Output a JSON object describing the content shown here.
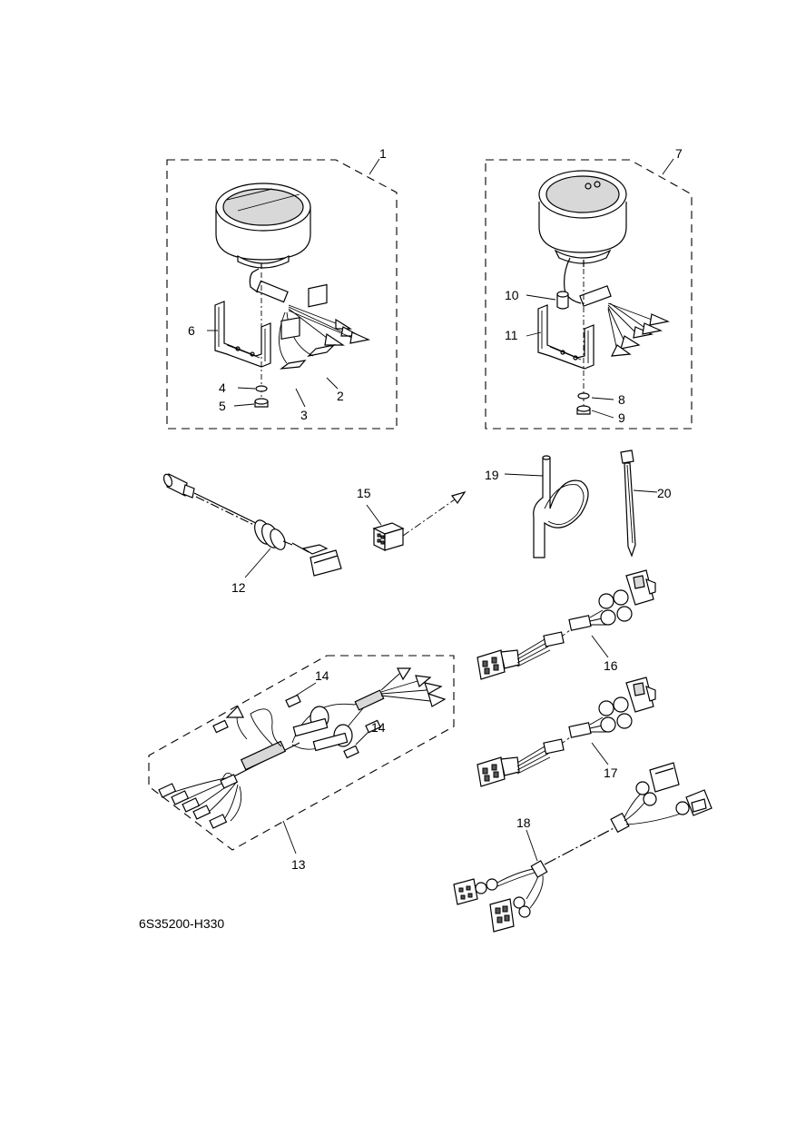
{
  "diagram_code": "6S35200-H330",
  "callouts": {
    "c1": "1",
    "c2": "2",
    "c3": "3",
    "c4": "4",
    "c5": "5",
    "c6": "6",
    "c7": "7",
    "c8": "8",
    "c9": "9",
    "c10": "10",
    "c11": "11",
    "c12": "12",
    "c13": "13",
    "c14a": "14",
    "c14b": "14",
    "c15": "15",
    "c16": "16",
    "c17": "17",
    "c18": "18",
    "c19": "19",
    "c20": "20"
  }
}
